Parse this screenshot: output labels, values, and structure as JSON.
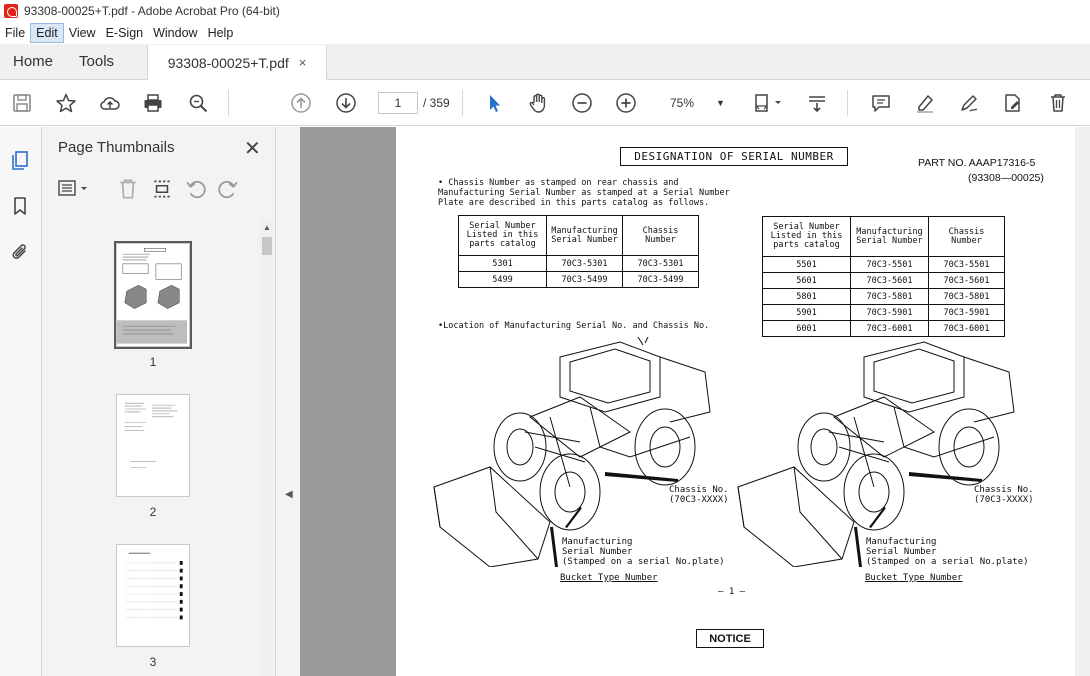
{
  "window": {
    "title": "93308-00025+T.pdf - Adobe Acrobat Pro (64-bit)"
  },
  "menu": [
    "File",
    "Edit",
    "View",
    "E-Sign",
    "Window",
    "Help"
  ],
  "tabs": {
    "home": "Home",
    "tools": "Tools",
    "document": "93308-00025+T.pdf",
    "close": "×"
  },
  "toolbar": {
    "current_page": "1",
    "total_pages": "/ 359",
    "zoom": "75%"
  },
  "thumbnails_panel": {
    "title": "Page Thumbnails",
    "close": "✕",
    "pages": [
      "1",
      "2",
      "3"
    ]
  },
  "document": {
    "heading": "DESIGNATION OF SERIAL NUMBER",
    "part_no": "PART NO. AAAP17316-5",
    "part_no_alt": "(93308—00025)",
    "intro": "• Chassis Number as stamped on rear chassis and Manufacturing Serial Number as stamped at a Serial Number Plate are described in this parts catalog as follows.",
    "table_headers": [
      "Serial Number Listed in this parts catalog",
      "Manufacturing Serial Number",
      "Chassis Number"
    ],
    "table_left": [
      [
        "5301",
        "70C3-5301",
        "70C3-5301"
      ],
      [
        "5499",
        "70C3-5499",
        "70C3-5499"
      ]
    ],
    "table_right": [
      [
        "5501",
        "70C3-5501",
        "70C3-5501"
      ],
      [
        "5601",
        "70C3-5601",
        "70C3-5601"
      ],
      [
        "5801",
        "70C3-5801",
        "70C3-5801"
      ],
      [
        "5901",
        "70C3-5901",
        "70C3-5901"
      ],
      [
        "6001",
        "70C3-6001",
        "70C3-6001"
      ]
    ],
    "location_label": "•Location of Manufacturing Serial No. and Chassis No.",
    "callouts": {
      "chassis_no": "Chassis No.",
      "chassis_code": "(70C3-XXXX)",
      "mfg_line1": "Manufacturing",
      "mfg_line2": "Serial Number",
      "mfg_line3": "(Stamped on a serial No.plate)",
      "bucket": "Bucket Type Number"
    },
    "page_number": "— 1 —",
    "notice": "NOTICE"
  },
  "colors": {
    "accent_blue": "#2a6fc9",
    "doc_background": "#9b9b9b",
    "adobe_red": "#e0261b"
  }
}
